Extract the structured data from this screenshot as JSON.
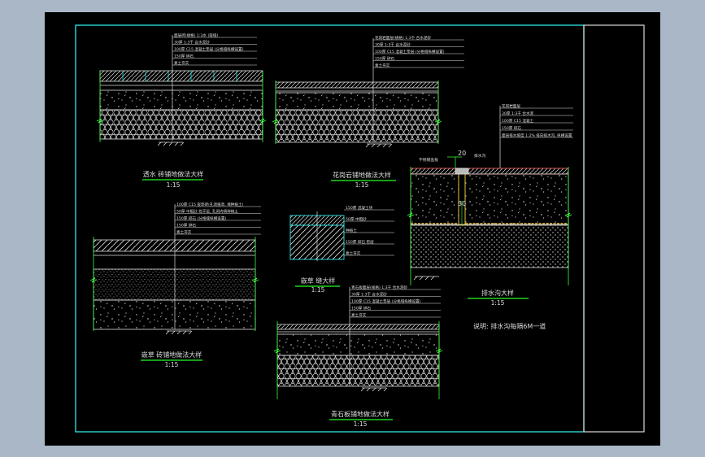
{
  "colors": {
    "background": "#a9b7c6",
    "sheet": "#000000",
    "frame": "#2ee6e6",
    "title_block": "#d8d8d8",
    "line": "#ffffff",
    "hatch": "#dddddd",
    "dim": "#39ff39",
    "title_underline": "#1fd31f",
    "accent": "#ff5a5a",
    "stripe": "#ffd84a"
  },
  "details": [
    {
      "title": "透水 砖铺地做法大样",
      "scale": "1:15",
      "layers": [
        "面层砖(規格) 1:3水 (嵌缝)",
        "30厚 1:3干 合水泥砂",
        "100厚 C15 混凝土垫层 (分格缝纵横设置)",
        "150厚 碎石",
        "素土夯实"
      ]
    },
    {
      "title": "花岗岩铺地做法大样",
      "scale": "1:15",
      "layers": [
        "花岗岩面层(規格) 1:3干 合水泥砂",
        "30厚 1:3干 合水泥砂",
        "100厚 C15 混凝土垫层 (分格缝纵横设置)",
        "150厚 碎石",
        "素土夯实"
      ]
    },
    {
      "title": "排水沟大样",
      "scale": "1:15",
      "dims": [
        "20",
        "30"
      ],
      "note_left": "不锈钢盖板",
      "note_right": "排水沟",
      "layers": [
        "花岗岩面层",
        "30厚 1:3干 合水泥",
        "100厚 C15 混凝土",
        "150厚 碎石",
        "面层排水坡度 1:2% 排向排水沟, 纵横设置"
      ]
    },
    {
      "title": "嵌草 砖铺地做法大样",
      "scale": "1:15",
      "layers": [
        "100厚 C15 嵌草砖(孔洞植草, 填种植土)",
        "50厚 中粗砂 找平层, 孔洞内填种植土",
        "150厚 碎石 (分格缝纵横设置)",
        "150厚 碎石",
        "素土夯实"
      ]
    },
    {
      "title": "嵌草 缝大样",
      "scale": "1:15",
      "layers": [
        "150厚 混凝土块",
        "50厚 中粗砂",
        "种植土",
        "150厚 碎石 垫层",
        "素土夯实"
      ]
    },
    {
      "title": "青石板铺地做法大样",
      "scale": "1:15",
      "layers": [
        "青石板面层(规格) 1:3干 合水泥砂",
        "30厚 1:3干 合水泥砂",
        "100厚 C15 混凝土垫层 (分格缝纵横设置)",
        "150厚 碎石",
        "素土夯实"
      ]
    }
  ],
  "note": "说明: 排水沟每隔6M一道"
}
